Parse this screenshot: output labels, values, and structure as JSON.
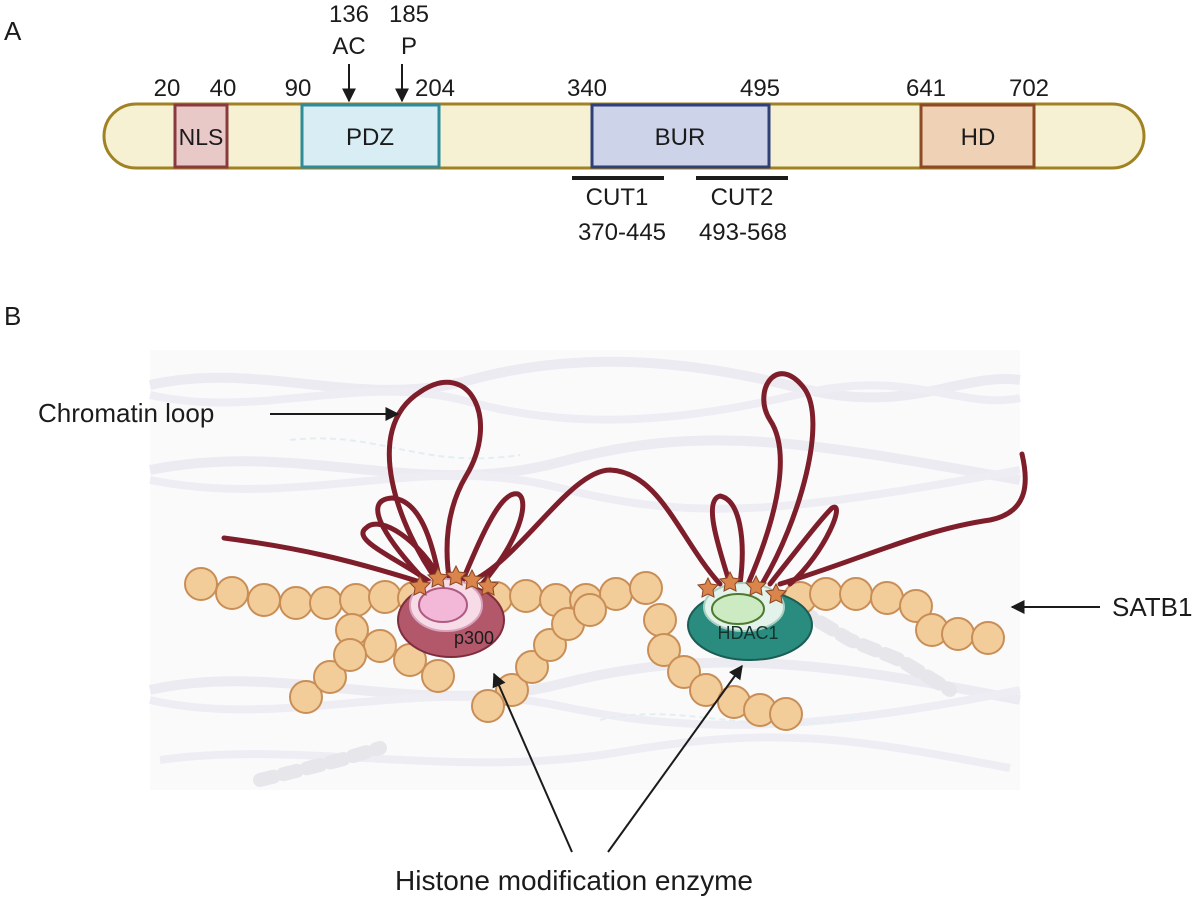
{
  "panel_a": {
    "label": "A",
    "ptm_markers": [
      {
        "position": "136",
        "mod": "AC"
      },
      {
        "position": "185",
        "mod": "P"
      }
    ],
    "boundaries": [
      "20",
      "40",
      "90",
      "204",
      "340",
      "495",
      "641",
      "702"
    ],
    "domains": [
      {
        "name": "NLS",
        "fill": "#e9c9c7",
        "stroke": "#8a3a3f"
      },
      {
        "name": "PDZ",
        "fill": "#d8eef4",
        "stroke": "#2f8b9a"
      },
      {
        "name": "BUR",
        "fill": "#cdd3e9",
        "stroke": "#2f3f78"
      },
      {
        "name": "HD",
        "fill": "#efd2b5",
        "stroke": "#8d4a24"
      }
    ],
    "protein_fill": "#f5f1d2",
    "protein_stroke": "#a18223",
    "cut_motifs": [
      {
        "name": "CUT1",
        "range": "370-445"
      },
      {
        "name": "CUT2",
        "range": "493-568"
      }
    ]
  },
  "panel_b": {
    "label": "B",
    "callouts": {
      "chromatin_loop": "Chromatin loop",
      "satb1": "SATB1",
      "enzyme": "Histone modification enzyme"
    },
    "enzymes": [
      {
        "name": "p300",
        "fill": "#b3586b",
        "inner": "#f3b8d8"
      },
      {
        "name": "HDAC1",
        "fill": "#2a8c7e",
        "inner": "#cdebc2"
      }
    ],
    "colors": {
      "loop": "#7e1e2b",
      "bead_fill": "#f2cd9a",
      "bead_stroke": "#c98e56",
      "star": "#d9854b"
    }
  }
}
